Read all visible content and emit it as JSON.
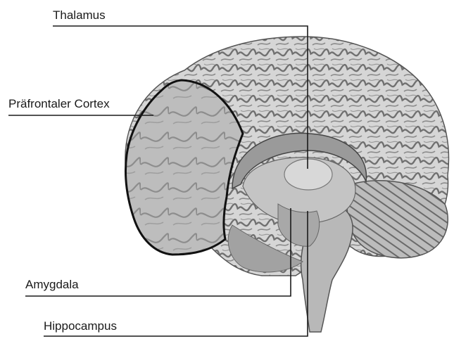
{
  "labels": {
    "thalamus": "Thalamus",
    "prefrontal_cortex": "Präfrontaler Cortex",
    "amygdala": "Amygdala",
    "hippocampus": "Hippocampus"
  },
  "colors": {
    "leader_line": "#1a1a1a",
    "cortex_fill": "#cfcfcf",
    "cortex_gyri": "#6d6d6d",
    "pfc_fill": "#bdbdbd",
    "outline": "#111111"
  },
  "image": {
    "subject": "brain-sagittal-illustration"
  }
}
